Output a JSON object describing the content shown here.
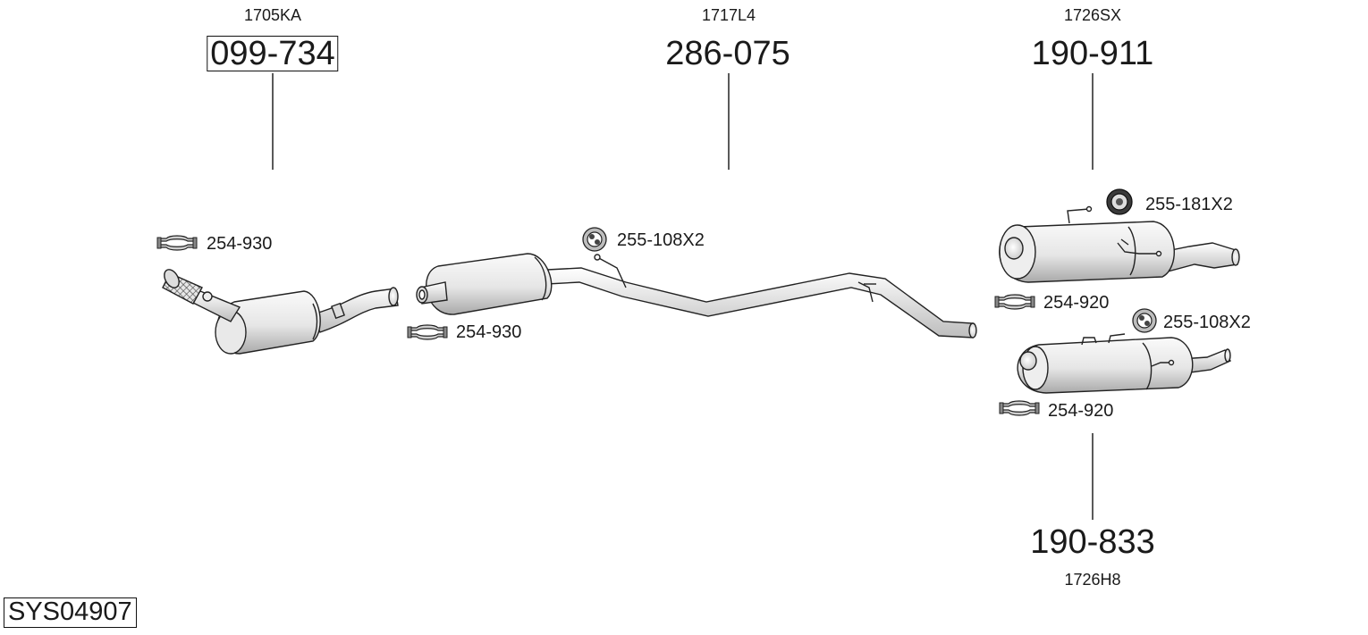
{
  "diagram_title": "SYS04907",
  "main_parts": [
    {
      "id": "catalyst",
      "ref": "1705KA",
      "part_number": "099-734",
      "boxed": true
    },
    {
      "id": "front-silencer",
      "ref": "1717L4",
      "part_number": "286-075",
      "boxed": false
    },
    {
      "id": "rear-silencer-a",
      "ref": "1726SX",
      "part_number": "190-911",
      "boxed": false
    },
    {
      "id": "rear-silencer-b",
      "ref": "1726H8",
      "part_number": "190-833",
      "boxed": false
    }
  ],
  "accessories": [
    {
      "id": "clamp-catalyst",
      "label": "254-930",
      "icon": "clamp-icon"
    },
    {
      "id": "clamp-front",
      "label": "254-930",
      "icon": "clamp-icon"
    },
    {
      "id": "mount-front",
      "label": "255-108X2",
      "icon": "rubber-mount-icon"
    },
    {
      "id": "mount-rear-a",
      "label": "255-181X2",
      "icon": "rubber-mount-icon"
    },
    {
      "id": "clamp-rear-a",
      "label": "254-920",
      "icon": "clamp-icon"
    },
    {
      "id": "mount-rear-b",
      "label": "255-108X2",
      "icon": "rubber-mount-icon"
    },
    {
      "id": "clamp-rear-b",
      "label": "254-920",
      "icon": "clamp-icon"
    }
  ],
  "colors": {
    "line": "#222222",
    "shell_light": "#f4f4f4",
    "shell_shade": "#b9b9b9",
    "background": "#ffffff"
  }
}
